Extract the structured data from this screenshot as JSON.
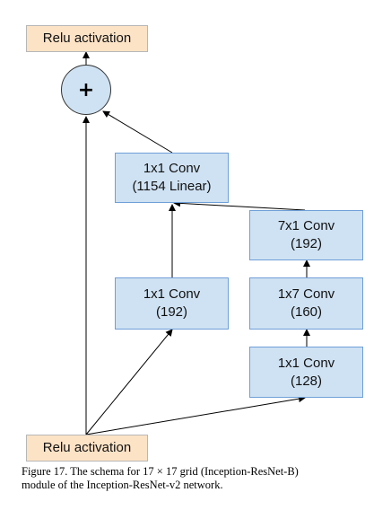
{
  "diagram": {
    "top_activation": "Relu activation",
    "sum_symbol": "+",
    "linear_conv": {
      "line1": "1x1 Conv",
      "line2": "(1154 Linear)"
    },
    "conv_7x1": {
      "line1": "7x1 Conv",
      "line2": "(192)"
    },
    "conv_1x1_left": {
      "line1": "1x1 Conv",
      "line2": "(192)"
    },
    "conv_1x7": {
      "line1": "1x7 Conv",
      "line2": "(160)"
    },
    "conv_1x1_right": {
      "line1": "1x1 Conv",
      "line2": "(128)"
    },
    "bottom_activation": "Relu activation"
  },
  "caption": {
    "line1": "Figure 17.  The schema for 17 × 17 grid (Inception-ResNet-B)",
    "line2": "module of the Inception-ResNet-v2 network."
  }
}
